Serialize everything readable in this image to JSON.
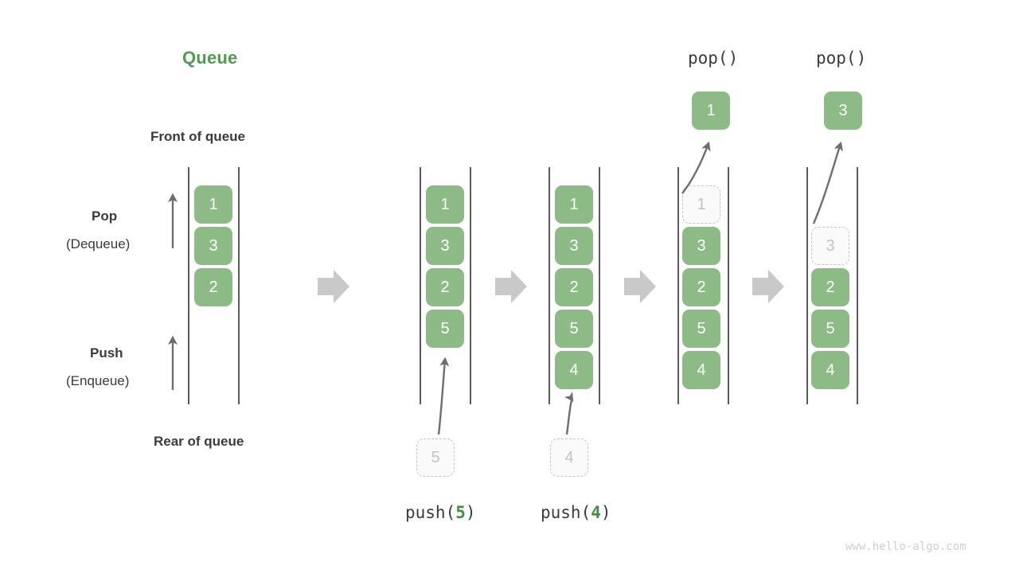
{
  "title": "Queue",
  "labels": {
    "front_of_queue": "Front of queue",
    "rear_of_queue": "Rear of queue",
    "pop": "Pop",
    "pop_sub": "(Dequeue)",
    "push": "Push",
    "push_sub": "(Enqueue)"
  },
  "watermark": "www.hello-algo.com",
  "colors": {
    "element_green": "#8CBB85",
    "title_green": "#519A4F",
    "arg_green": "#3F8F3F",
    "ghost_border": "#C6C6C6",
    "ghost_fill": "#FAFAFA",
    "ghost_text": "#C3C3C3",
    "rail": "#5A5A5A",
    "arrow": "#6E6E6E",
    "step_arrow": "#C9C9C9",
    "text": "#3B3B3B",
    "watermark": "#CFCFCF"
  },
  "stages": [
    {
      "name": "initial",
      "caption": "",
      "op_label": "",
      "items": [
        "1",
        "3",
        "2"
      ],
      "ghost_slot": null,
      "ghost_value": "",
      "incoming_value": "",
      "popped_value": ""
    },
    {
      "name": "push-5",
      "caption": "push(5)",
      "caption_fn": "push",
      "caption_arg": "5",
      "items": [
        "1",
        "3",
        "2",
        "5"
      ],
      "ghost_slot": null,
      "ghost_value": "",
      "incoming_value": "5",
      "popped_value": ""
    },
    {
      "name": "push-4",
      "caption": "push(4)",
      "caption_fn": "push",
      "caption_arg": "4",
      "items": [
        "1",
        "3",
        "2",
        "5",
        "4"
      ],
      "ghost_slot": null,
      "ghost_value": "",
      "incoming_value": "4",
      "popped_value": ""
    },
    {
      "name": "pop-1",
      "op_label": "pop()",
      "items": [
        "",
        "3",
        "2",
        "5",
        "4"
      ],
      "ghost_slot": 0,
      "ghost_value": "1",
      "incoming_value": "",
      "popped_value": "1"
    },
    {
      "name": "pop-3",
      "op_label": "pop()",
      "items": [
        "",
        "",
        "2",
        "5",
        "4"
      ],
      "ghost_slot": 1,
      "ghost_value": "3",
      "incoming_value": "",
      "popped_value": "3"
    }
  ],
  "step_arrows": 4
}
